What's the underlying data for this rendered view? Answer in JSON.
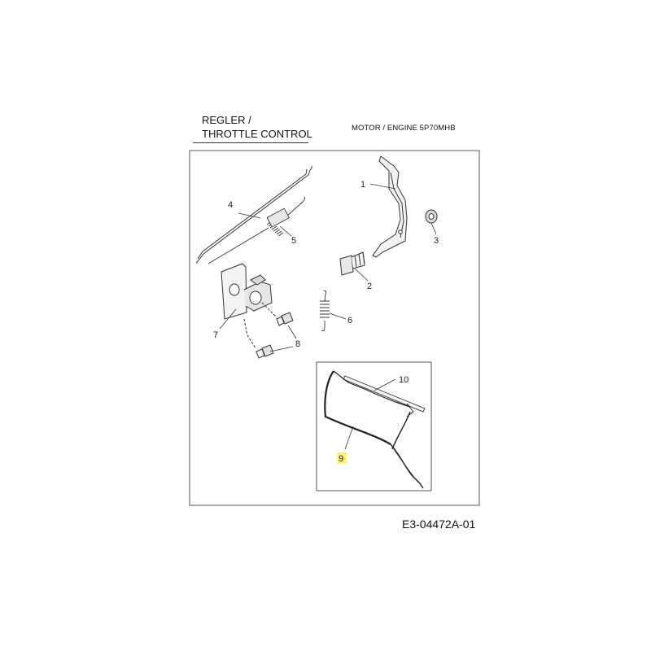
{
  "header": {
    "title_line1": "REGLER /",
    "title_line2": "THROTTLE CONTROL",
    "engine": "MOTOR / ENGINE 5P70MHB"
  },
  "drawing_code": "E3-04472A-01",
  "callouts": [
    "1",
    "2",
    "3",
    "4",
    "5",
    "6",
    "7",
    "8",
    "9",
    "10"
  ],
  "highlight_color": "#fff27a"
}
